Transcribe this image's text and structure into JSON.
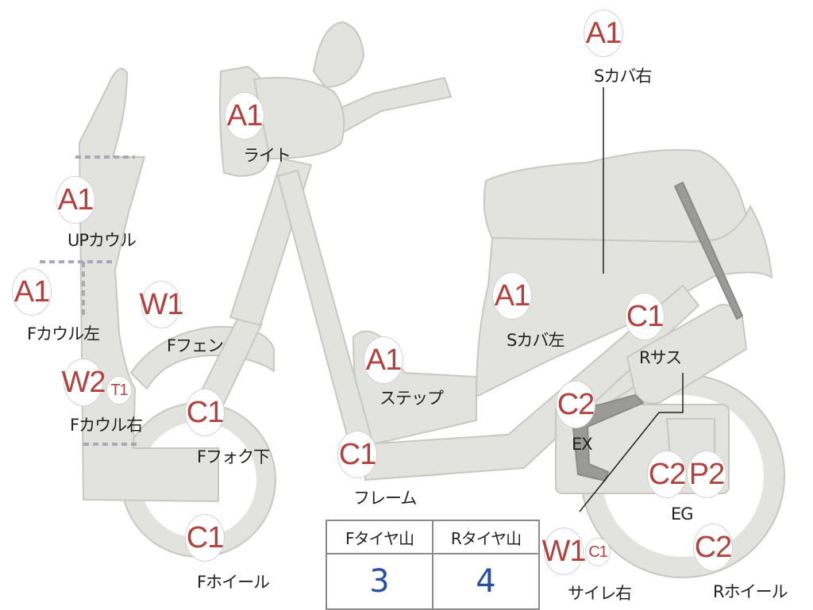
{
  "colors": {
    "body_fill": "#e2e2de",
    "body_stroke": "#c8c8c3",
    "grade_text": "#b0433f",
    "tread_text": "#2b4fa0",
    "label_text": "#222222"
  },
  "parts": [
    {
      "id": "light",
      "grade": "A1",
      "label": "ライト"
    },
    {
      "id": "s-cover-right",
      "grade": "A1",
      "label": "Sカバ右"
    },
    {
      "id": "up-cowl",
      "grade": "A1",
      "label": "UPカウル"
    },
    {
      "id": "f-cowl-left",
      "grade": "A1",
      "label": "Fカウル左"
    },
    {
      "id": "f-fender",
      "grade": "W1",
      "label": "Fフェン"
    },
    {
      "id": "s-cover-left",
      "grade": "A1",
      "label": "Sカバ左"
    },
    {
      "id": "r-suspension",
      "grade": "C1",
      "label": "Rサス"
    },
    {
      "id": "step",
      "grade": "A1",
      "label": "ステップ"
    },
    {
      "id": "f-cowl-right",
      "grade": "W2",
      "grade_sub": "T1",
      "label": "Fカウル右"
    },
    {
      "id": "f-fork-lower",
      "grade": "C1",
      "label": "Fフォク下"
    },
    {
      "id": "exhaust",
      "grade": "C2",
      "label": "EX"
    },
    {
      "id": "frame",
      "grade": "C1",
      "label": "フレーム"
    },
    {
      "id": "engine",
      "grade": "C2",
      "grade_2": "P2",
      "label": "EG"
    },
    {
      "id": "f-wheel",
      "grade": "C1",
      "label": "Fホイール"
    },
    {
      "id": "silencer-right",
      "grade": "W1",
      "grade_sub": "C1",
      "label": "サイレ右"
    },
    {
      "id": "r-wheel",
      "grade": "C2",
      "label": "Rホイール"
    }
  ],
  "tread_table": {
    "headers": [
      "Fタイヤ山",
      "Rタイヤ山"
    ],
    "values": [
      "3",
      "4"
    ]
  }
}
